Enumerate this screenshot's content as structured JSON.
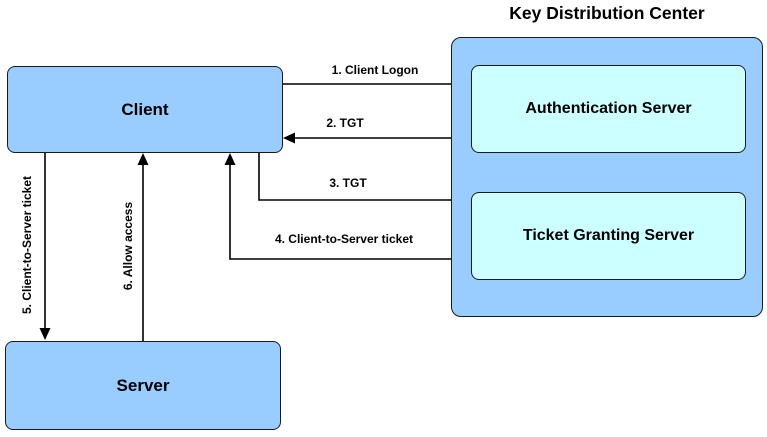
{
  "title": "Key Distribution Center",
  "colors": {
    "background": "#FFFFFF",
    "outer_box_fill": "#99CCFF",
    "inner_box_fill": "#CCFFFF",
    "border": "#1A1A1A",
    "arrow": "#000000",
    "text": "#000000"
  },
  "nodes": {
    "client": {
      "label": "Client"
    },
    "server": {
      "label": "Server"
    },
    "authentication_server": {
      "label": "Authentication Server"
    },
    "ticket_granting_server": {
      "label": "Ticket Granting Server"
    }
  },
  "messages": [
    {
      "label": "1. Client Logon",
      "from": "Client",
      "to": "Authentication Server"
    },
    {
      "label": "2. TGT",
      "from": "Authentication Server",
      "to": "Client"
    },
    {
      "label": "3. TGT",
      "from": "Client",
      "to": "Ticket Granting Server"
    },
    {
      "label": "4. Client-to-Server ticket",
      "from": "Ticket Granting Server",
      "to": "Client"
    },
    {
      "label": "5. Client-to-Server ticket",
      "from": "Client",
      "to": "Server"
    },
    {
      "label": "6. Allow access",
      "from": "Server",
      "to": "Client"
    }
  ]
}
